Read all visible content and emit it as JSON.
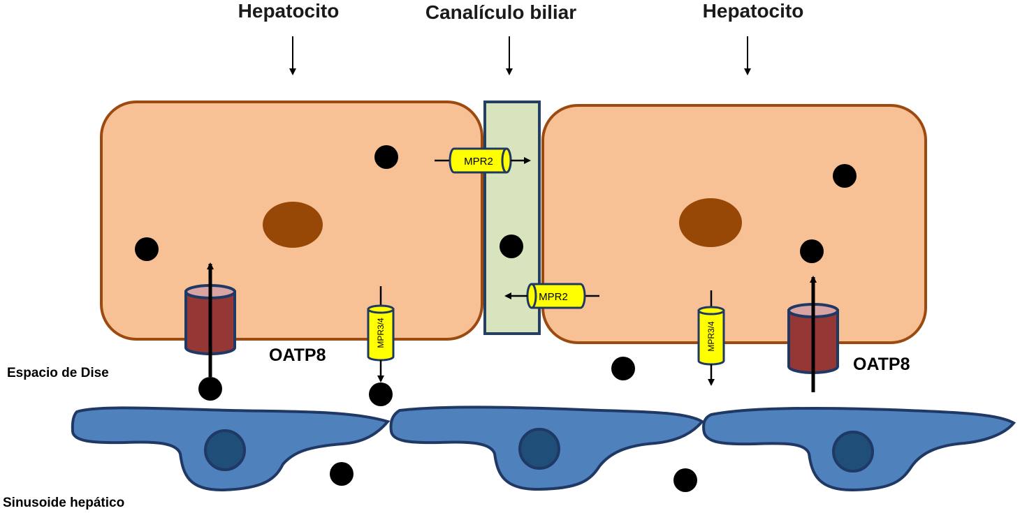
{
  "labels": {
    "hepatocyte_left": "Hepatocito",
    "canaliculus": "Canalículo biliar",
    "hepatocyte_right": "Hepatocito",
    "space_of_disse": "Espacio de Dise",
    "sinusoid": "Sinusoide hepático"
  },
  "transporters": {
    "oatp_left": "OATP8",
    "oatp_right": "OATP8",
    "mpr2_top": "MPR2",
    "mpr2_bottom": "MPR2",
    "mpr34_left": "MPR3/4",
    "mpr34_right": "MPR3/4"
  },
  "colors": {
    "hepatocyte_fill": "#f8c095",
    "hepatocyte_stroke": "#9c4a10",
    "nucleus": "#984806",
    "canaliculus_fill": "#d7e4bd",
    "canaliculus_stroke": "#243f60",
    "transporter_yellow": "#ffff00",
    "oatp_fill": "#953735",
    "oatp_top": "#d8a3a3",
    "endothelial_fill": "#4f81bd",
    "endothelial_stroke": "#1f3864",
    "endothelial_nucleus": "#1f4e79"
  }
}
